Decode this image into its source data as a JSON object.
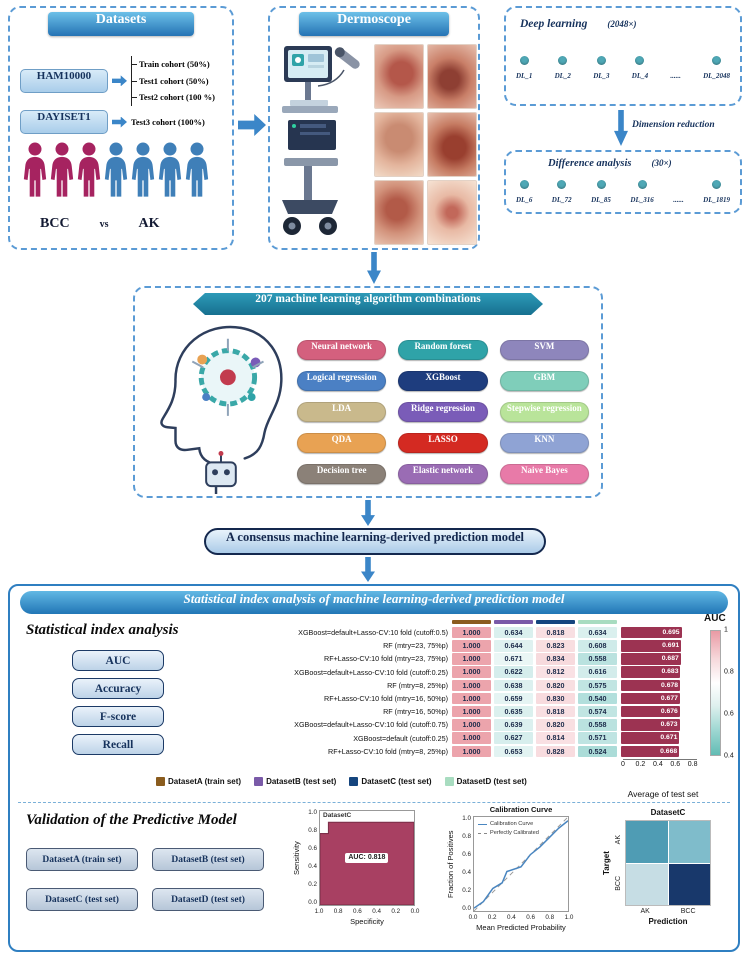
{
  "colors": {
    "arrow": "#3b86c8",
    "panel_border": "#5b9bd5",
    "avg_bar": "#9c3352",
    "roc_fill": "#a84062"
  },
  "datasets": {
    "title": "Datasets",
    "ham10000": "HAM10000",
    "ham_cohorts": [
      "Train cohort (50%)",
      "Test1 cohort (50%)",
      "Test2 cohort (100 %)"
    ],
    "dayiset1": "DAYISET1",
    "dayiset_cohort": "Test3 cohort (100%)",
    "group_a": "BCC",
    "vs": "vs",
    "group_b": "AK",
    "people_colors": [
      "#a62360",
      "#a62360",
      "#a62360",
      "#3f7fb8",
      "#3f7fb8",
      "#3f7fb8",
      "#3f7fb8"
    ]
  },
  "dermoscope": {
    "title": "Dermoscope"
  },
  "deep_learning": {
    "title": "Deep learning",
    "count": "(2048×)",
    "nodes": [
      "DL_1",
      "DL_2",
      "DL_3",
      "DL_4",
      "......",
      "DL_2048"
    ],
    "dim_reduction": "Dimension reduction",
    "diff_title": "Difference analysis",
    "diff_count": "(30×)",
    "diff_nodes": [
      "DL_6",
      "DL_72",
      "DL_85",
      "DL_316",
      "......",
      "DL_1819"
    ]
  },
  "ml": {
    "banner": "207 machine learning algorithm combinations",
    "algorithms": [
      {
        "label": "Neural network",
        "color": "#d4607e"
      },
      {
        "label": "Random forest",
        "color": "#2fa3a8"
      },
      {
        "label": "SVM",
        "color": "#8e86bc"
      },
      {
        "label": "Logical regression",
        "color": "#4b80c4"
      },
      {
        "label": "XGBoost",
        "color": "#1e3d7e"
      },
      {
        "label": "GBM",
        "color": "#7fceba"
      },
      {
        "label": "LDA",
        "color": "#c9b98c"
      },
      {
        "label": "Ridge regression",
        "color": "#7a5cb8"
      },
      {
        "label": "Stepwise regression",
        "color": "#b9e49a"
      },
      {
        "label": "QDA",
        "color": "#e8a253"
      },
      {
        "label": "LASSO",
        "color": "#d42a22"
      },
      {
        "label": "KNN",
        "color": "#8fa3d4"
      },
      {
        "label": "Decision tree",
        "color": "#8b8178"
      },
      {
        "label": "Elastic network",
        "color": "#9a6cb4"
      },
      {
        "label": "Naive Bayes",
        "color": "#e87aa8"
      }
    ]
  },
  "consensus": "A consensus machine learning-derived prediction model",
  "stats": {
    "header": "Statistical index analysis of machine learning-derived prediction model",
    "section_title": "Statistical index analysis",
    "metrics": [
      "AUC",
      "Accuracy",
      "F-score",
      "Recall"
    ],
    "chart_data": {
      "type": "heatmap",
      "columns": [
        "DatasetA (train set)",
        "DatasetB (test set)",
        "DatasetC (test set)",
        "DatasetD (test set)"
      ],
      "column_colors": [
        "#8a5c1e",
        "#7a5aa8",
        "#15457e",
        "#a8dcc0"
      ],
      "rows": [
        {
          "label": "XGBoost=default+Lasso-CV:10 fold (cutoff:0.5)",
          "values": [
            "1.000",
            "0.634",
            "0.818",
            "0.634"
          ],
          "avg": "0.695"
        },
        {
          "label": "RF (mtry=23, 75%p)",
          "values": [
            "1.000",
            "0.644",
            "0.823",
            "0.608"
          ],
          "avg": "0.691"
        },
        {
          "label": "RF+Lasso-CV:10 fold (mtry=23, 75%p)",
          "values": [
            "1.000",
            "0.671",
            "0.834",
            "0.558"
          ],
          "avg": "0.687"
        },
        {
          "label": "XGBoost=default+Lasso-CV:10 fold (cutoff:0.25)",
          "values": [
            "1.000",
            "0.622",
            "0.812",
            "0.616"
          ],
          "avg": "0.683"
        },
        {
          "label": "RF (mtry=8, 25%p)",
          "values": [
            "1.000",
            "0.638",
            "0.820",
            "0.575"
          ],
          "avg": "0.678"
        },
        {
          "label": "RF+Lasso-CV:10 fold (mtry=16, 50%p)",
          "values": [
            "1.000",
            "0.659",
            "0.830",
            "0.540"
          ],
          "avg": "0.677"
        },
        {
          "label": "RF (mtry=16, 50%p)",
          "values": [
            "1.000",
            "0.635",
            "0.818",
            "0.574"
          ],
          "avg": "0.676"
        },
        {
          "label": "XGBoost=default+Lasso-CV:10 fold (cutoff:0.75)",
          "values": [
            "1.000",
            "0.639",
            "0.820",
            "0.558"
          ],
          "avg": "0.673"
        },
        {
          "label": "XGBoost=default (cutoff:0.25)",
          "values": [
            "1.000",
            "0.627",
            "0.814",
            "0.571"
          ],
          "avg": "0.671"
        },
        {
          "label": "RF+Lasso-CV:10 fold (mtry=8, 25%p)",
          "values": [
            "1.000",
            "0.653",
            "0.828",
            "0.524"
          ],
          "avg": "0.668"
        }
      ],
      "avg_axis": {
        "ticks": [
          "0",
          "0.2",
          "0.4",
          "0.6",
          "0.8"
        ],
        "label": "Average of test set",
        "max": 0.85
      },
      "colorbar": {
        "title": "AUC",
        "ticks": [
          "1",
          "0.8",
          "0.6",
          "0.4"
        ]
      }
    }
  },
  "validation": {
    "title": "Validation of the Predictive Model",
    "buttons": [
      "DatasetA (train set)",
      "DatasetB (test set)",
      "DatasetC (test set)",
      "DatasetD (test set)"
    ],
    "roc": {
      "dataset": "DatasetC",
      "auc_label": "AUC: 0.818",
      "xlabel": "Specificity",
      "ylabel": "Sensitivity",
      "xticks": [
        "1.0",
        "0.8",
        "0.6",
        "0.4",
        "0.2",
        "0.0"
      ],
      "yticks": [
        "1.0",
        "0.8",
        "0.6",
        "0.4",
        "0.2",
        "0.0"
      ]
    },
    "calibration": {
      "title": "Calibration Curve",
      "legend": [
        "Calibration Curve",
        "Perfectly Calibrated"
      ],
      "xlabel": "Mean Predicted Probability",
      "ylabel": "Fraction of Positives",
      "xticks": [
        "0.0",
        "0.2",
        "0.4",
        "0.6",
        "0.8",
        "1.0"
      ],
      "yticks": [
        "1.0",
        "0.8",
        "0.6",
        "0.4",
        "0.2",
        "0.0"
      ],
      "curve": [
        [
          0,
          0.03
        ],
        [
          0.1,
          0.1
        ],
        [
          0.2,
          0.24
        ],
        [
          0.3,
          0.3
        ],
        [
          0.35,
          0.42
        ],
        [
          0.5,
          0.47
        ],
        [
          0.6,
          0.6
        ],
        [
          0.7,
          0.68
        ],
        [
          0.8,
          0.78
        ],
        [
          0.9,
          0.88
        ],
        [
          1,
          0.96
        ]
      ]
    },
    "confusion": {
      "title": "DatasetC",
      "xlabel": "Prediction",
      "ylabel": "Target",
      "classes": [
        "AK",
        "BCC"
      ],
      "cell_colors": [
        [
          "#4f9cb4",
          "#7fbccb"
        ],
        [
          "#c6dde4",
          "#18386b"
        ]
      ]
    }
  }
}
